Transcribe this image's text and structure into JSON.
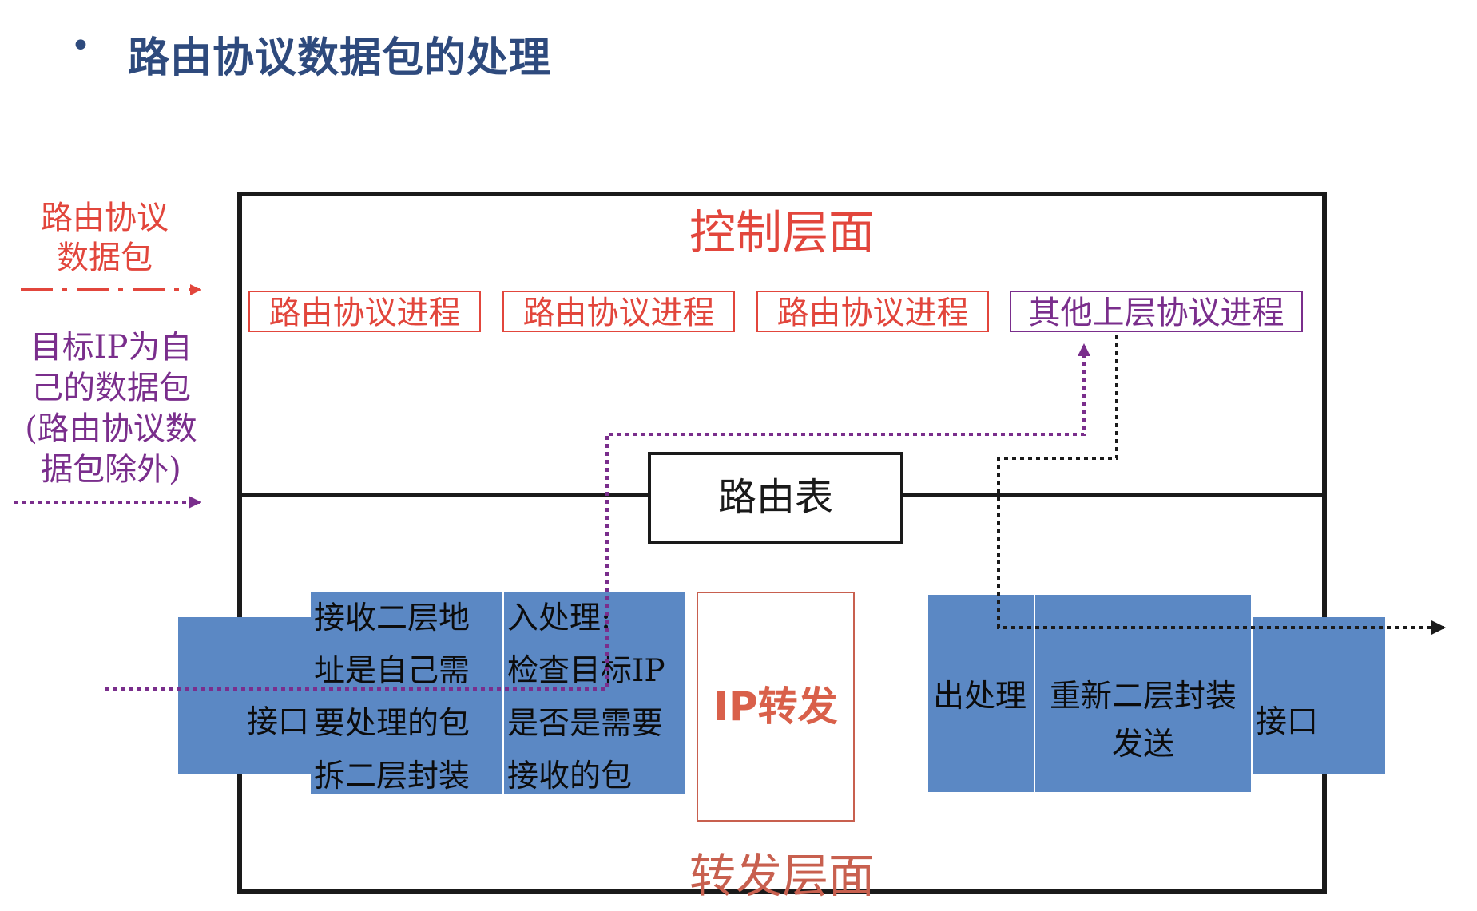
{
  "title": "路由协议数据包的处理",
  "bullet": "•",
  "legend": {
    "routing_packets_line1": "路由协议",
    "routing_packets_line2": "数据包",
    "own_ip_line1": "目标IP为自",
    "own_ip_line2": "己的数据包",
    "own_ip_line3": "(路由协议数",
    "own_ip_line4": "据包除外)"
  },
  "control_plane": {
    "label": "控制层面",
    "processes": [
      "路由协议进程",
      "路由协议进程",
      "路由协议进程"
    ],
    "other_process": "其他上层协议进程"
  },
  "routing_table": "路由表",
  "forwarding_plane": {
    "label": "转发层面",
    "in_interface": "接口",
    "receive_col": [
      "接收二层地",
      "址是自己需",
      "要处理的包",
      "拆二层封装"
    ],
    "inbound_col": [
      "入处理:",
      "检查目标IP",
      "是否是需要",
      "接收的包"
    ],
    "ip_forward": "IP转发",
    "outbound": "出处理",
    "reencap_line1": "重新二层封装",
    "reencap_line2": "发送",
    "out_interface": "接口"
  },
  "colors": {
    "title": "#2e4a7d",
    "red": "#e2463c",
    "purple": "#7a2e8c",
    "blue_box": "#5b88c4",
    "black": "#1a1a1a"
  }
}
